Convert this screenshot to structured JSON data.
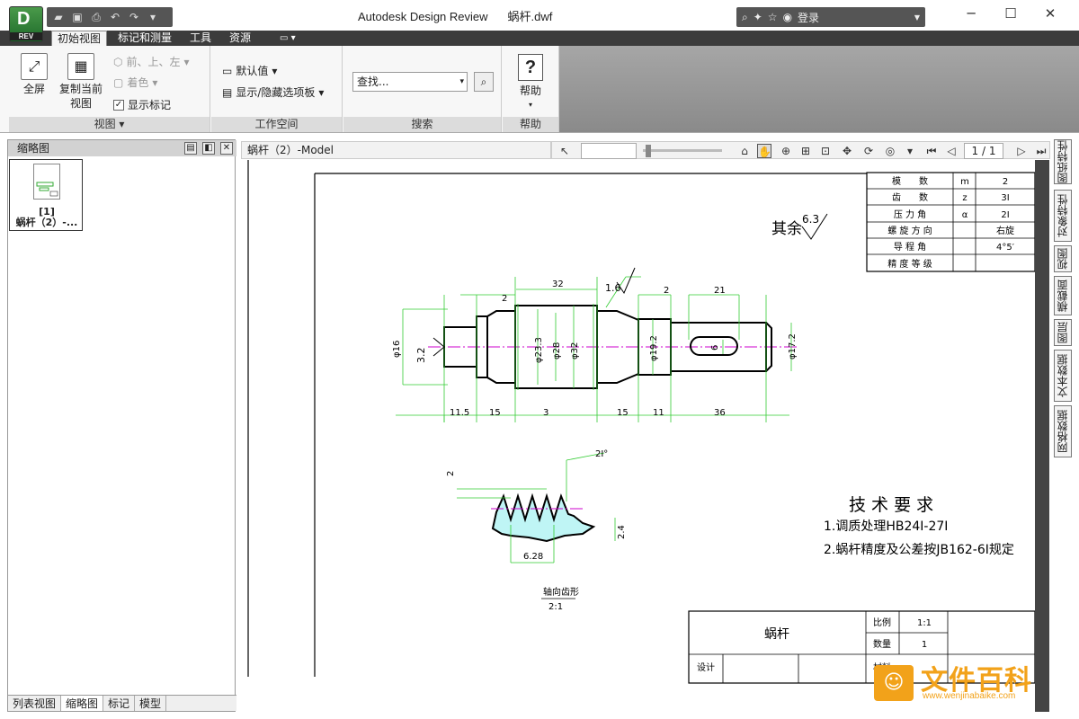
{
  "app": {
    "title": "Autodesk Design Review",
    "file": "蜗杆.dwf",
    "logo_letter": "D",
    "logo_sub": "REV"
  },
  "signin": {
    "label": "登录"
  },
  "tabs": [
    "初始视图",
    "标记和测量",
    "工具",
    "资源"
  ],
  "ribbon": {
    "view": {
      "title": "视图",
      "fullscreen": "全屏",
      "copy_view_1": "复制当前",
      "copy_view_2": "视图",
      "front": "前、上、左",
      "color": "着色",
      "show_markup": "显示标记"
    },
    "workspace": {
      "title": "工作空间",
      "default": "默认值",
      "show_hide": "显示/隐藏选项板"
    },
    "search": {
      "title": "搜索",
      "find": "查找..."
    },
    "help": {
      "title": "帮助",
      "label": "帮助"
    }
  },
  "left_pane": {
    "title": "缩略图",
    "thumb_num": "[1]",
    "thumb_name": "蜗杆（2）-...",
    "tabs": [
      "列表视图",
      "缩略图",
      "标记",
      "模型"
    ]
  },
  "view_head": {
    "title": "蜗杆（2）-Model",
    "page": "1 / 1"
  },
  "side_tabs": [
    "图纸特性",
    "对象特性",
    "视图",
    "横截面",
    "图层",
    "文本数据",
    "网格数据"
  ],
  "drawing": {
    "spec_table": [
      [
        "模　　数",
        "m",
        "2"
      ],
      [
        "齿　　数",
        "z",
        "3I"
      ],
      [
        "压 力 角",
        "α",
        "2I"
      ],
      [
        "螺 旋 方 向",
        "",
        "右旋"
      ],
      [
        "导 程 角",
        "",
        "4°5′"
      ],
      [
        "精 度 等 级",
        "",
        ""
      ]
    ],
    "rest_label": "其余",
    "rest_roughness": "6.3",
    "roughness_1": "1.6",
    "roughness_2": "3.2",
    "dims_top": [
      "2",
      "32",
      "2",
      "21"
    ],
    "dims_bottom": [
      "11.5",
      "15",
      "3",
      "15",
      "11",
      "36"
    ],
    "dims_vert": [
      "φ16",
      "φ23.3",
      "φ28",
      "φ32",
      "φ19.2",
      "6",
      "φ17.2"
    ],
    "detail": {
      "angle": "2I°",
      "dim_left": "2",
      "dim_right": "2.4",
      "dim_bottom": "6.28",
      "caption": "轴向齿形",
      "scale": "2:1"
    },
    "requirements": {
      "title": "技 术 要 求",
      "item1": "1.调质处理HB24I-27I",
      "item2": "2.蜗杆精度及公差按JB162-6I规定"
    },
    "title_block": {
      "name": "蜗杆",
      "scale_label": "比例",
      "scale": "1:1",
      "qty_label": "数量",
      "qty": "1",
      "design": "设计",
      "material": "材料"
    }
  },
  "watermark": {
    "title": "文件百科",
    "url": "www.wenjinabaike.com"
  }
}
